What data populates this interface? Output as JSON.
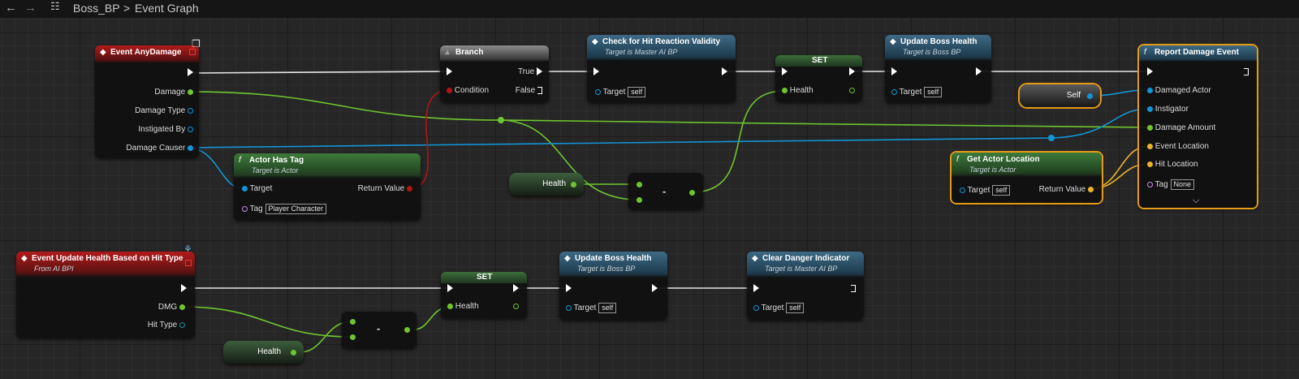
{
  "breadcrumb": {
    "blueprint": "Boss_BP",
    "separator": ">",
    "graph": "Event Graph"
  },
  "colors": {
    "exec": "#ffffff",
    "float": "#7bd43a",
    "object": "#19a7e5",
    "bool": "#c31a1a",
    "vector": "#f7be2d",
    "name": "#c78ee6"
  },
  "nodes": {
    "any_damage": {
      "title": "Event AnyDamage",
      "pins": {
        "damage": "Damage",
        "damage_type": "Damage Type",
        "instigated_by": "Instigated By",
        "damage_causer": "Damage Causer"
      }
    },
    "branch": {
      "title": "Branch",
      "true": "True",
      "false": "False",
      "condition": "Condition"
    },
    "hit_reaction": {
      "title": "Check for Hit Reaction Validity",
      "subtitle": "Target is Master AI BP",
      "target": "Target",
      "target_value": "self"
    },
    "set1": {
      "title": "SET",
      "pin": "Health"
    },
    "update_health1": {
      "title": "Update Boss Health",
      "subtitle": "Target is Boss BP",
      "target": "Target",
      "target_value": "self"
    },
    "report_damage": {
      "title": "Report Damage Event",
      "pins": {
        "damaged_actor": "Damaged Actor",
        "instigator": "Instigator",
        "damage_amount": "Damage Amount",
        "event_location": "Event Location",
        "hit_location": "Hit Location",
        "tag": "Tag"
      },
      "tag_value": "None"
    },
    "self_node": {
      "label": "Self"
    },
    "actor_has_tag": {
      "title": "Actor Has Tag",
      "subtitle": "Target is Actor",
      "target": "Target",
      "tag": "Tag",
      "tag_value": "Player Character",
      "return": "Return Value"
    },
    "health_get1": {
      "label": "Health"
    },
    "minus1": {
      "op": "-"
    },
    "get_actor_location": {
      "title": "Get Actor Location",
      "subtitle": "Target is Actor",
      "target": "Target",
      "target_value": "self",
      "return": "Return Value"
    },
    "update_hit_type": {
      "title": "Event Update Health Based on Hit Type",
      "subtitle": "From AI BPI",
      "dmg": "DMG",
      "hit_type": "Hit Type"
    },
    "set2": {
      "title": "SET",
      "pin": "Health"
    },
    "update_health2": {
      "title": "Update Boss Health",
      "subtitle": "Target is Boss BP",
      "target": "Target",
      "target_value": "self"
    },
    "clear_danger": {
      "title": "Clear Danger Indicator",
      "subtitle": "Target is Master AI BP",
      "target": "Target",
      "target_value": "self"
    },
    "minus2": {
      "op": "-"
    },
    "health_get2": {
      "label": "Health"
    }
  }
}
